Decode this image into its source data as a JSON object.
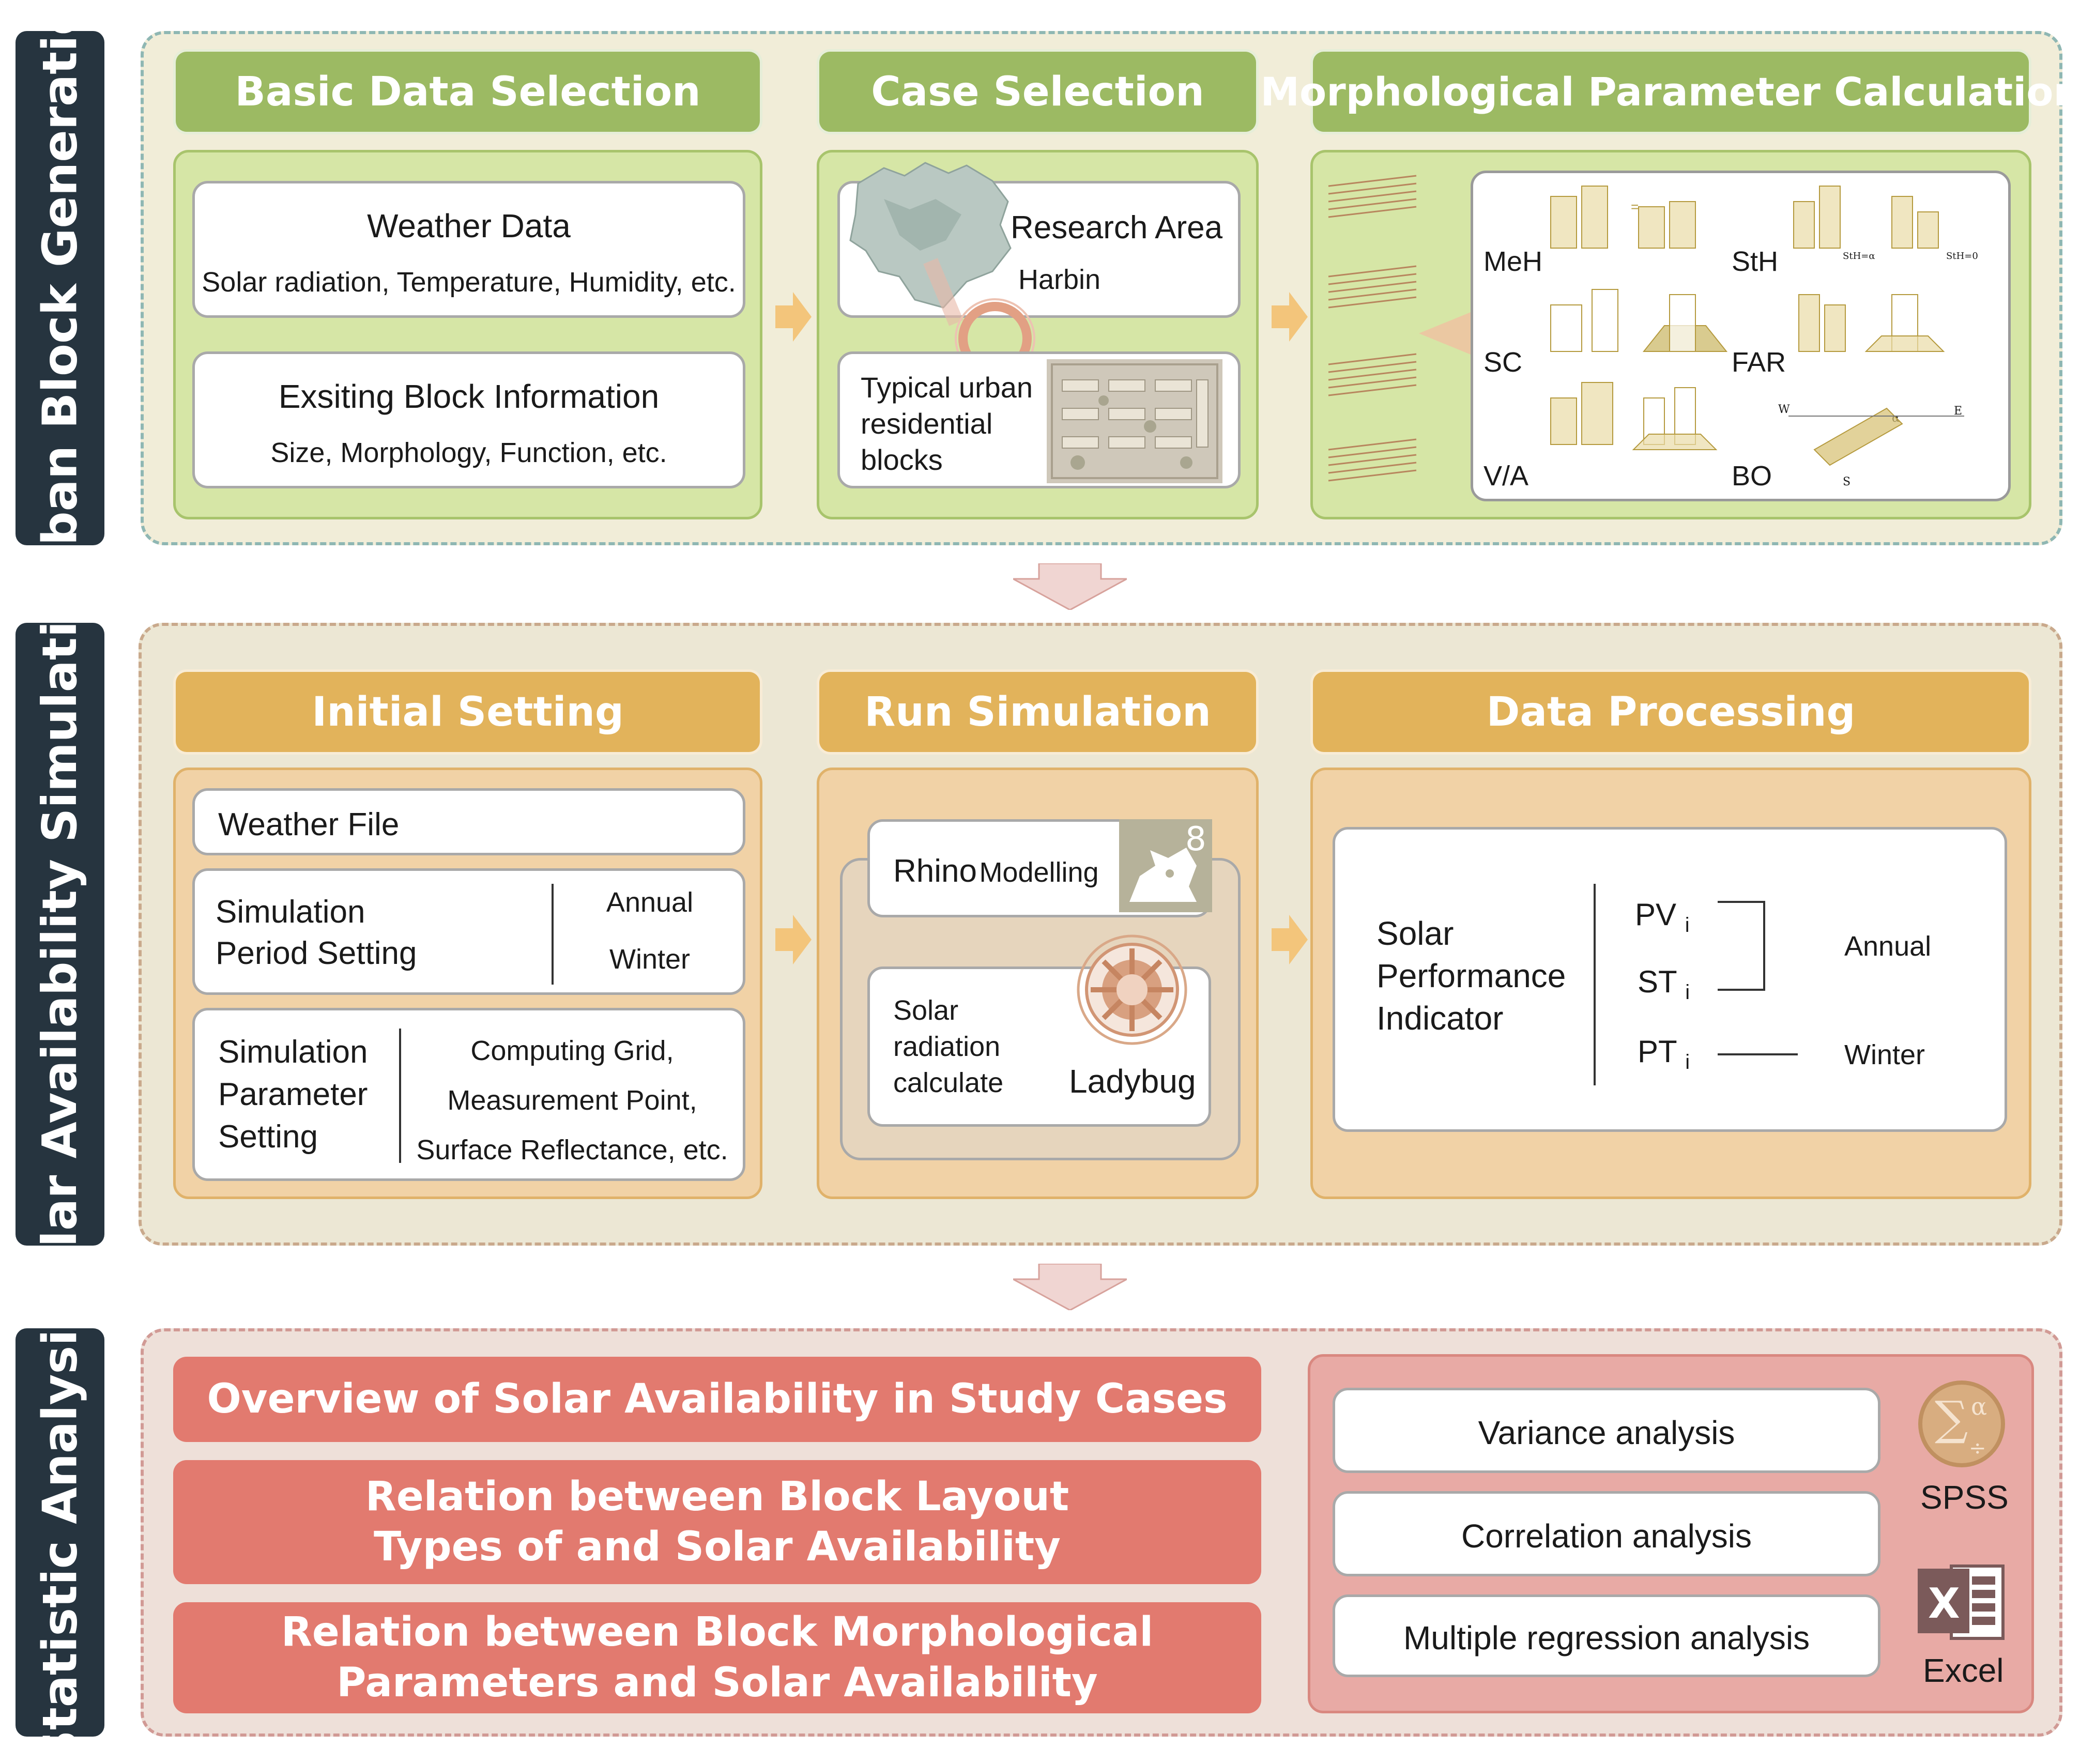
{
  "sections": {
    "urban_block_generation": {
      "label": "Urban Block Generation",
      "headers": {
        "basic": "Basic Data Selection",
        "case": "Case Selection",
        "morph": "Morphological Parameter Calculation"
      },
      "weather": {
        "title": "Weather Data",
        "detail": "Solar radiation, Temperature, Humidity, etc."
      },
      "block_info": {
        "title": "Exsiting Block Information",
        "detail": "Size, Morphology, Function, etc."
      },
      "research_area": {
        "title": "Research Area",
        "place": "Harbin"
      },
      "typical": {
        "line1": "Typical urban",
        "line2": "residential",
        "line3": "blocks"
      },
      "params": {
        "meh": "MeH",
        "sth": "StH",
        "sc": "SC",
        "far": "FAR",
        "va": "V/A",
        "bo": "BO",
        "sth_alpha": "StH=α",
        "sth_zero": "StH=0",
        "w": "W",
        "e": "E",
        "s": "S",
        "alpha": "α",
        "eq": "="
      }
    },
    "solar_simulation": {
      "label": "Solar Availability Simulation",
      "headers": {
        "initial": "Initial Setting",
        "run": "Run Simulation",
        "process": "Data Processing"
      },
      "weather_file": "Weather File",
      "period": {
        "l1": "Simulation",
        "l2": "Period Setting",
        "annual": "Annual",
        "winter": "Winter"
      },
      "param": {
        "l1": "Simulation",
        "l2": "Parameter",
        "l3": "Setting",
        "d1": "Computing Grid,",
        "d2": "Measurement Point,",
        "d3": "Surface Reflectance, etc."
      },
      "rhino": {
        "bold": "Rhino",
        "rest": "Modelling",
        "logo_num": "8"
      },
      "ladybug": {
        "l1": "Solar",
        "l2": "radiation",
        "l3": "calculate",
        "name": "Ladybug"
      },
      "indicator": {
        "l1": "Solar",
        "l2": "Performance",
        "l3": "Indicator",
        "pv": "PV",
        "st": "ST",
        "pt": "PT",
        "sub": "i",
        "annual": "Annual",
        "winter": "Winter"
      }
    },
    "statistic": {
      "label": "Statistic Analysis",
      "bar1": "Overview of Solar Availability in Study Cases",
      "bar2_l1": "Relation between Block Layout",
      "bar2_l2": "Types of and Solar Availability",
      "bar3_l1": "Relation between Block Morphological",
      "bar3_l2": "Parameters and Solar Availability",
      "analyses": [
        "Variance analysis",
        "Correlation analysis",
        "Multiple regression analysis"
      ],
      "spss": "SPSS",
      "excel": "Excel",
      "excel_letter": "X"
    }
  },
  "colors": {
    "dark": "#26343f",
    "green": "#9cba63",
    "orange": "#e2b35b",
    "red": "#e27a6f",
    "arrow": "#f3c57b"
  }
}
